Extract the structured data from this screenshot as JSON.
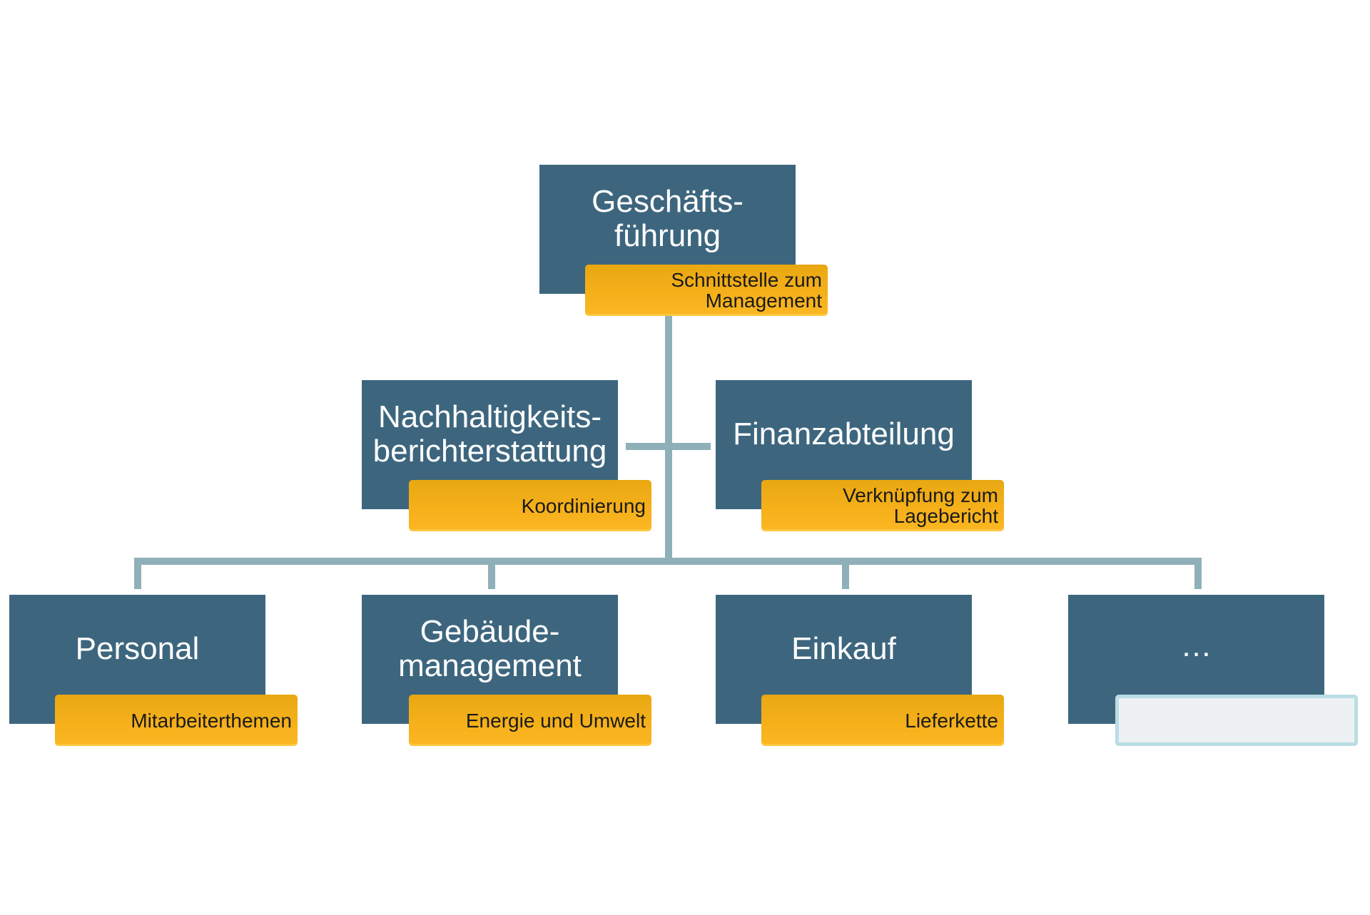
{
  "colors": {
    "node_fill": "#3d667e",
    "tag_fill": "#f5b01a",
    "connector": "#8fb0b8",
    "empty_tag_border": "#b9dde5"
  },
  "top": {
    "title": "Geschäfts-\nführung",
    "tag": "Schnittstelle zum\nManagement"
  },
  "staff": [
    {
      "title": "Nachhaltigkeits-\nberichterstattung",
      "tag": "Koordinierung"
    },
    {
      "title": "Finanzabteilung",
      "tag": "Verknüpfung  zum\nLagebericht"
    }
  ],
  "departments": [
    {
      "title": "Personal",
      "tag": "Mitarbeiterthemen"
    },
    {
      "title": "Gebäude-\nmanagement",
      "tag": "Energie und Umwelt"
    },
    {
      "title": "Einkauf",
      "tag": "Lieferkette"
    },
    {
      "title": "…",
      "tag": ""
    }
  ]
}
